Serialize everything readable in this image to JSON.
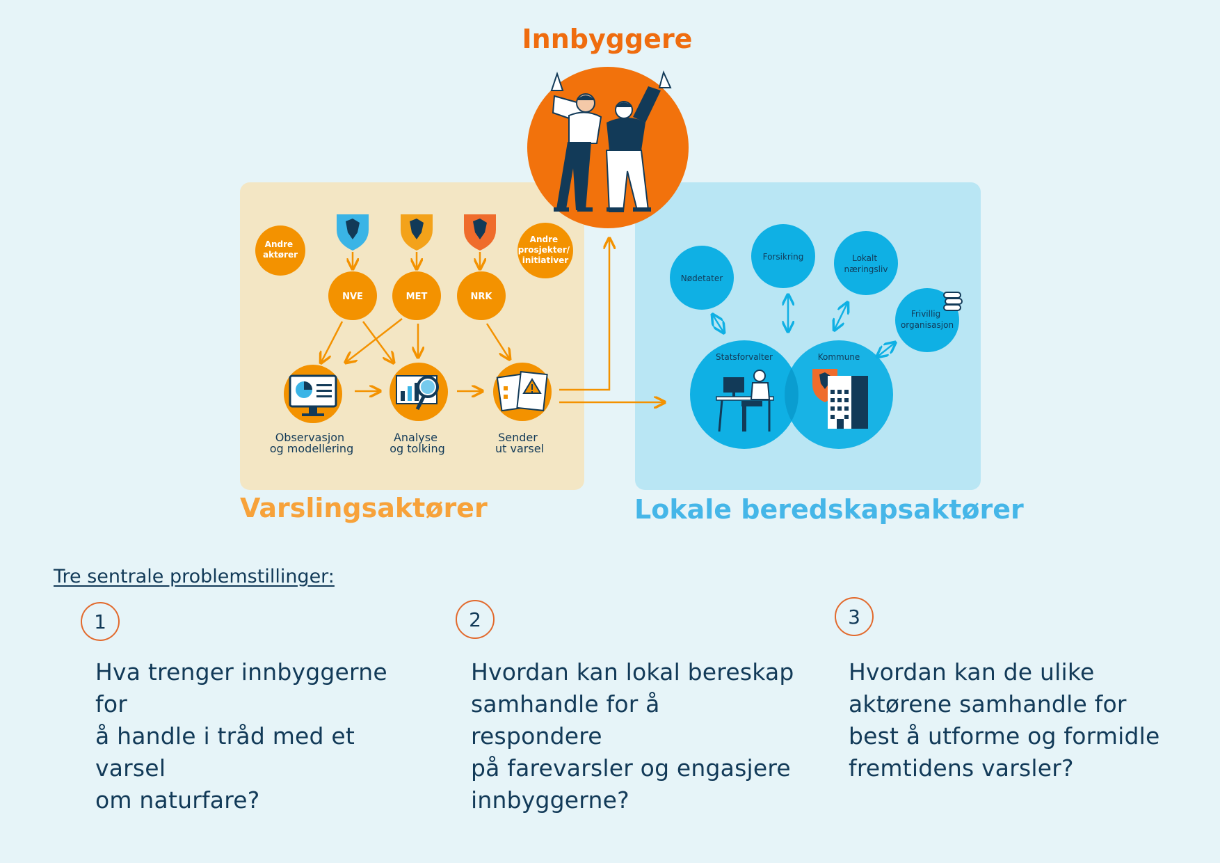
{
  "titles": {
    "top": "Innbyggere",
    "left": "Varslingsaktører",
    "right": "Lokale beredskapsaktører"
  },
  "left_panel": {
    "other_actors": [
      "Andre",
      "aktører"
    ],
    "other_projects": [
      "Andre",
      "prosjekter/",
      "initiativer"
    ],
    "agencies": [
      "NVE",
      "MET",
      "NRK"
    ],
    "steps": [
      [
        "Observasjon",
        "og modellering"
      ],
      [
        "Analyse",
        "og tolking"
      ],
      [
        "Sender",
        "ut varsel"
      ]
    ]
  },
  "right_panel": {
    "nodes": [
      [
        "Nødetater"
      ],
      [
        "Forsikring"
      ],
      [
        "Lokalt",
        "næringsliv"
      ],
      [
        "Frivillig",
        "organisasjon"
      ]
    ],
    "hubs": [
      "Statsforvalter",
      "Kommune"
    ]
  },
  "problems": {
    "heading": "Tre sentrale problemstillinger:",
    "items": [
      {
        "number": "1",
        "lines": [
          "Hva trenger innbyggerne for",
          "å handle i tråd med et varsel",
          "om naturfare?"
        ]
      },
      {
        "number": "2",
        "lines": [
          "Hvordan kan lokal bereskap",
          "samhandle for å respondere",
          "på farevarsler og engasjere",
          "innbyggerne?"
        ]
      },
      {
        "number": "3",
        "lines": [
          "Hvordan kan de ulike",
          "aktørene samhandle for",
          "best å utforme og formidle",
          "fremtidens varsler?"
        ]
      }
    ]
  },
  "colors": {
    "background": "#e6f4f8",
    "orange": "#f39200",
    "orange_dark": "#ef6c0f",
    "blue": "#0fb0e4",
    "title_blue": "#45b6e8",
    "navy": "#123a58"
  }
}
